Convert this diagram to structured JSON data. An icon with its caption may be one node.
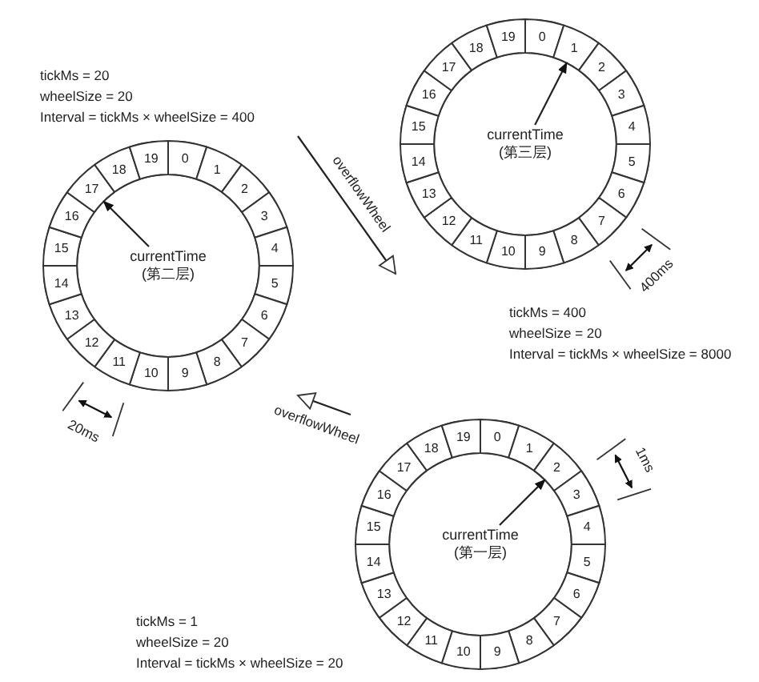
{
  "diagram": {
    "nodes": [
      {
        "text": [],
        "shape": "circle"
      },
      {
        "text": [
          "currentTime (第二层)"
        ],
        "in": 0
      },
      {
        "text": [
          "0"
        ],
        "in": 0
      },
      {
        "text": [
          "1"
        ],
        "in": 0
      },
      {
        "text": [
          "2"
        ],
        "in": 0
      },
      {
        "text": [
          "3"
        ],
        "in": 0
      },
      {
        "text": [
          "4"
        ],
        "in": 0
      },
      {
        "text": [
          "5"
        ],
        "in": 0
      },
      {
        "text": [
          "6"
        ],
        "in": 0
      },
      {
        "text": [
          "7"
        ],
        "in": 0
      },
      {
        "text": [
          "8"
        ],
        "in": 0
      },
      {
        "text": [
          "9"
        ],
        "in": 0
      },
      {
        "text": [
          "10"
        ],
        "in": 0
      },
      {
        "text": [
          "11"
        ],
        "in": 0,
        "beside": [
          "20ms"
        ]
      },
      {
        "text": [
          "12"
        ],
        "in": 0
      },
      {
        "text": [
          "13"
        ],
        "in": 0
      },
      {
        "text": [
          "14"
        ],
        "in": 0
      },
      {
        "text": [
          "15"
        ],
        "in": 0
      },
      {
        "text": [
          "16"
        ],
        "in": 0
      },
      {
        "text": [
          "17"
        ],
        "in": 0
      },
      {
        "text": [
          "18"
        ],
        "in": 0
      },
      {
        "text": [
          "19"
        ],
        "in": 0
      },
      {
        "text": [],
        "shape": "circle"
      },
      {
        "text": [
          "currentTime (第三层)"
        ],
        "in": 22
      },
      {
        "text": [
          "0"
        ],
        "in": 22
      },
      {
        "text": [
          "1"
        ],
        "in": 22
      },
      {
        "text": [
          "2"
        ],
        "in": 22
      },
      {
        "text": [
          "3"
        ],
        "in": 22
      },
      {
        "text": [
          "4"
        ],
        "in": 22
      },
      {
        "text": [
          "5"
        ],
        "in": 22
      },
      {
        "text": [
          "6"
        ],
        "in": 22
      },
      {
        "text": [
          "7"
        ],
        "in": 22,
        "beside": [
          "400ms"
        ]
      },
      {
        "text": [
          "8"
        ],
        "in": 22
      },
      {
        "text": [
          "9"
        ],
        "in": 22
      },
      {
        "text": [
          "10"
        ],
        "in": 22
      },
      {
        "text": [
          "11"
        ],
        "in": 22
      },
      {
        "text": [
          "12"
        ],
        "in": 22
      },
      {
        "text": [
          "13"
        ],
        "in": 22
      },
      {
        "text": [
          "14"
        ],
        "in": 22
      },
      {
        "text": [
          "15"
        ],
        "in": 22
      },
      {
        "text": [
          "16"
        ],
        "in": 22
      },
      {
        "text": [
          "17"
        ],
        "in": 22
      },
      {
        "text": [
          "18"
        ],
        "in": 22
      },
      {
        "text": [
          "19"
        ],
        "in": 22
      },
      {
        "text": [],
        "shape": "circle"
      },
      {
        "text": [
          "currentTime (第一层)"
        ],
        "in": 44
      },
      {
        "text": [
          "0"
        ],
        "in": 44
      },
      {
        "text": [
          "1"
        ],
        "in": 44
      },
      {
        "text": [
          "2"
        ],
        "in": 44
      },
      {
        "text": [
          "3"
        ],
        "in": 44,
        "beside": [
          "1ms"
        ]
      },
      {
        "text": [
          "4"
        ],
        "in": 44
      },
      {
        "text": [
          "5"
        ],
        "in": 44
      },
      {
        "text": [
          "6"
        ],
        "in": 44
      },
      {
        "text": [
          "7"
        ],
        "in": 44
      },
      {
        "text": [
          "8"
        ],
        "in": 44
      },
      {
        "text": [
          "9"
        ],
        "in": 44
      },
      {
        "text": [
          "10"
        ],
        "in": 44
      },
      {
        "text": [
          "11"
        ],
        "in": 44
      },
      {
        "text": [
          "12"
        ],
        "in": 44
      },
      {
        "text": [
          "13"
        ],
        "in": 44
      },
      {
        "text": [
          "14"
        ],
        "in": 44
      },
      {
        "text": [
          "15"
        ],
        "in": 44
      },
      {
        "text": [
          "16"
        ],
        "in": 44
      },
      {
        "text": [
          "17"
        ],
        "in": 44
      },
      {
        "text": [
          "18"
        ],
        "in": 44
      },
      {
        "text": [
          "19"
        ],
        "in": 44
      }
    ],
    "edges": [
      {
        "from": 0,
        "to": 22,
        "arrow": "to",
        "label": "overflowWheel"
      },
      {
        "from": 1,
        "to": 19,
        "arrow": "to"
      },
      {
        "from": 23,
        "to": 25,
        "arrow": "to"
      },
      {
        "from": 44,
        "to": 0,
        "arrow": "to",
        "label": "overflowWheel"
      },
      {
        "from": 45,
        "to": 48,
        "arrow": "to"
      }
    ],
    "labels": [
      "tickMs = 20",
      "wheelSize = 20",
      "Interval = tickMs × wheelSize = 400",
      "tickMs = 400",
      "wheelSize = 20",
      "Interval = tickMs × wheelSize = 8000",
      "tickMs = 1",
      "wheelSize = 20",
      "Interval = tickMs × wheelSize = 20"
    ]
  }
}
